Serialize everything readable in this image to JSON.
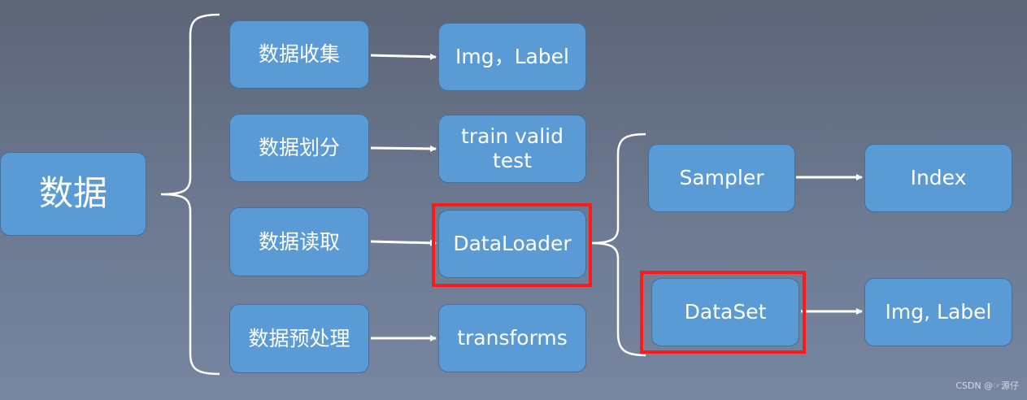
{
  "diagram": {
    "root": "数据",
    "stages": [
      {
        "label": "数据收集",
        "output": "Img，Label"
      },
      {
        "label": "数据划分",
        "output": "train valid\ntest"
      },
      {
        "label": "数据读取",
        "output": "DataLoader"
      },
      {
        "label": "数据预处理",
        "output": "transforms"
      }
    ],
    "dataloader_parts": [
      {
        "label": "Sampler",
        "output": "Index"
      },
      {
        "label": "DataSet",
        "output": "Img, Label"
      }
    ],
    "highlighted": [
      "DataLoader",
      "DataSet"
    ],
    "colors": {
      "box_fill": "#5b9bd5",
      "box_border": "#41719c",
      "highlight": "#ff1a1a",
      "connector": "#ffffff",
      "background": "#6b7790"
    }
  },
  "watermark": "CSDN @☞源仔"
}
